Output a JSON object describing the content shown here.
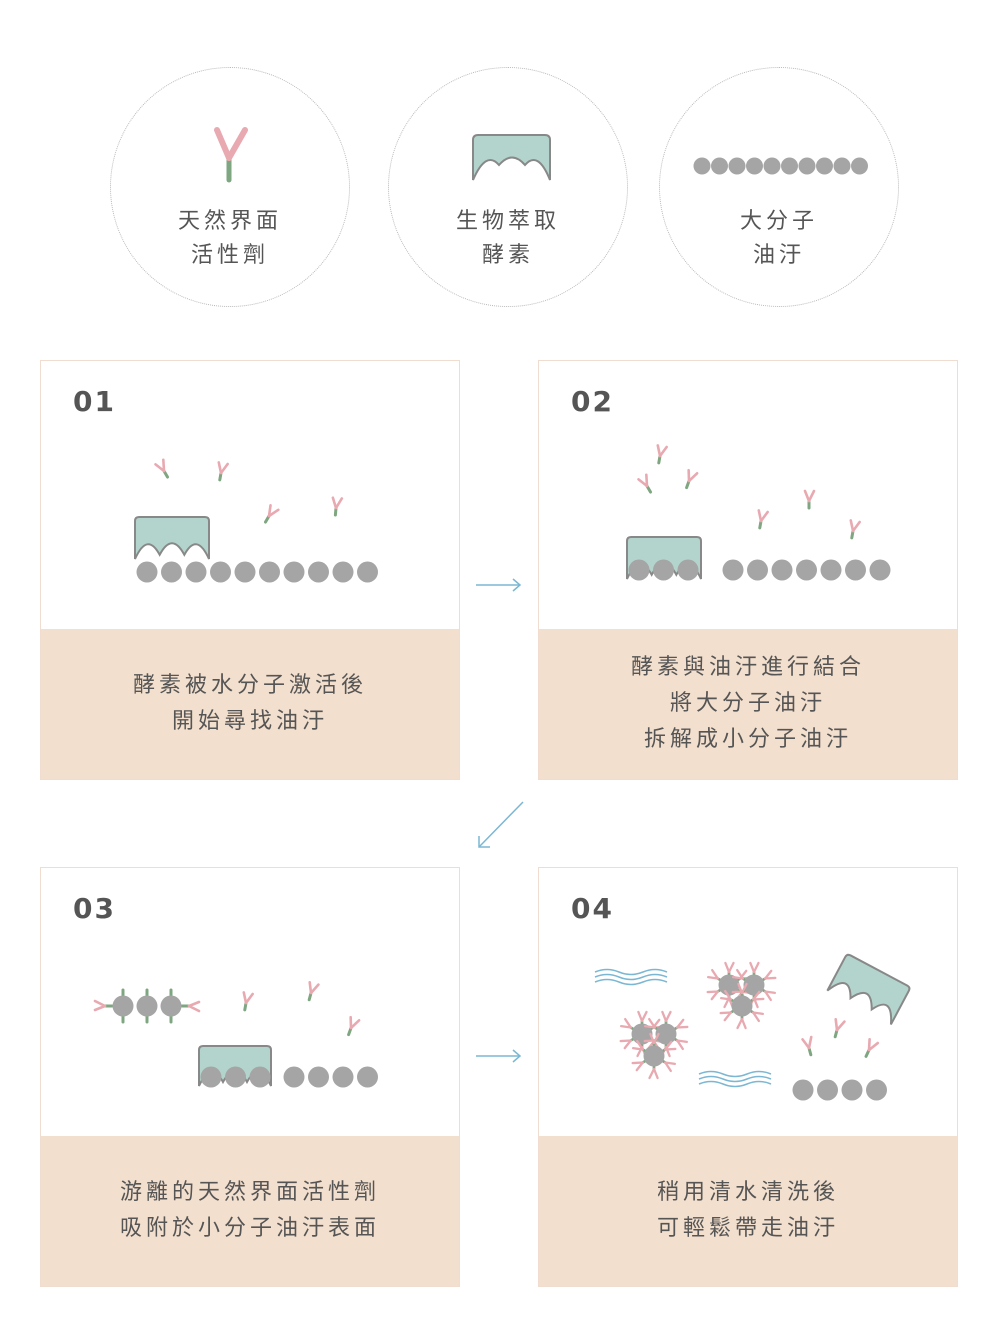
{
  "legend": [
    {
      "icon": "surfactant-icon",
      "line1": "天然界面",
      "line2": "活性劑"
    },
    {
      "icon": "enzyme-icon",
      "line1": "生物萃取",
      "line2": "酵素"
    },
    {
      "icon": "oil-chain-icon",
      "line1": "大分子",
      "line2": "油汙"
    }
  ],
  "steps": [
    {
      "num": "01",
      "lines": [
        "酵素被水分子激活後",
        "開始尋找油汙"
      ]
    },
    {
      "num": "02",
      "lines": [
        "酵素與油汙進行結合",
        "將大分子油汙",
        "拆解成小分子油汙"
      ]
    },
    {
      "num": "03",
      "lines": [
        "游離的天然界面活性劑",
        "吸附於小分子油汙表面"
      ]
    },
    {
      "num": "04",
      "lines": [
        "稍用清水清洗後",
        "可輕鬆帶走油汙"
      ]
    }
  ],
  "colors": {
    "pink": "#e8a9b1",
    "green": "#7ea680",
    "teal": "#b3d4cc",
    "gray": "#a5a5a5",
    "accent": "#7bb7d3",
    "caption_bg": "#f3dfcd"
  }
}
